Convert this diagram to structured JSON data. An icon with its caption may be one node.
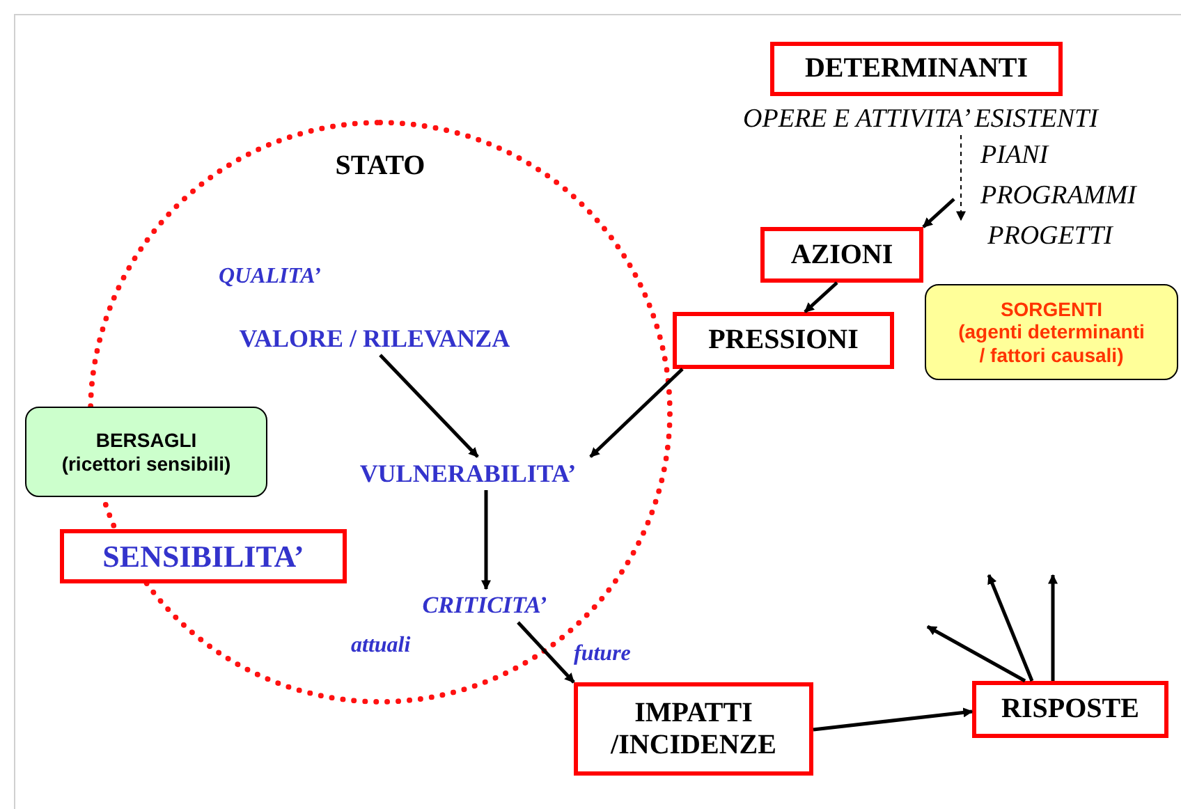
{
  "diagram": {
    "nodes": [
      {
        "text": [
          "DETERMINANTI"
        ]
      },
      {
        "text": [
          "OPERE E ATTIVITA’ ESISTENTI"
        ]
      },
      {
        "text": [
          "PROGETTI"
        ]
      },
      {
        "text": [
          "AZIONI"
        ]
      },
      {
        "text": [
          "PRESSIONI"
        ]
      },
      {
        "text": [
          "SORGENTI",
          "(agenti determinanti / fattori causali)"
        ]
      },
      {
        "text": [
          "STATO"
        ]
      },
      {
        "text": [
          "VALORE / RILEVANZA"
        ],
        "in": 6
      },
      {
        "text": [
          "VULNERABILITA’"
        ],
        "in": 6
      },
      {
        "text": [
          "CRITICITA’"
        ],
        "in": 6
      },
      {
        "text": [
          "BERSAGLI (ricettori sensibili)"
        ]
      },
      {
        "text": [
          "SENSIBILITA’"
        ]
      },
      {
        "text": [
          "IMPATTI /INCIDENZE"
        ]
      },
      {
        "text": [
          "RISPOSTE"
        ]
      }
    ],
    "edges": [
      {
        "from": 1,
        "to": 2,
        "arrow": "to",
        "style": "dashed"
      },
      {
        "from": null,
        "to": 3,
        "arrow": "to"
      },
      {
        "from": 3,
        "to": 4,
        "arrow": "to"
      },
      {
        "from": 7,
        "to": 8,
        "arrow": "to"
      },
      {
        "from": 4,
        "to": 8,
        "arrow": "to"
      },
      {
        "from": 8,
        "to": 9,
        "arrow": "to"
      },
      {
        "from": 9,
        "to": 12,
        "arrow": "to"
      },
      {
        "from": 12,
        "to": 13,
        "arrow": "to"
      },
      {
        "from": 13,
        "to": null,
        "arrow": "to"
      },
      {
        "from": 13,
        "to": null,
        "arrow": "to"
      },
      {
        "from": 13,
        "to": null,
        "arrow": "to"
      }
    ],
    "labels": [
      "PIANI",
      "PROGRAMMI",
      "QUALITA’",
      "attuali",
      "future"
    ]
  }
}
